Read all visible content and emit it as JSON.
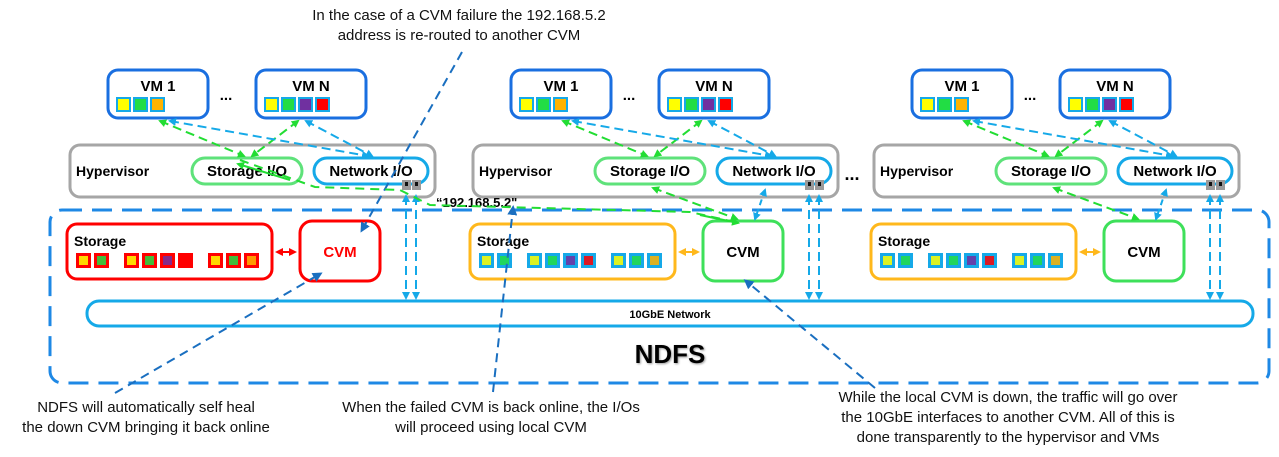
{
  "annotations": {
    "top": [
      "In the case of a CVM failure the 192.168.5.2",
      "address is re-routed to another CVM"
    ],
    "bottom_left": [
      "NDFS will automatically self heal",
      "the down CVM bringing it back online"
    ],
    "bottom_middle": [
      "When the failed CVM is back online, the I/Os",
      "will proceed using local CVM"
    ],
    "bottom_right": [
      "While the local CVM is down, the traffic will go over",
      "the 10GbE interfaces to another CVM.  All of this is",
      "done transparently to the hypervisor and VMs"
    ]
  },
  "ip_label": "“192.168.5.2\"",
  "network_label": "10GbE Network",
  "cluster_label": "NDFS",
  "ellipsis": "...",
  "colors": {
    "vm_border": "#1a6fe0",
    "hypervisor_border": "#a6a6a6",
    "storage_io": "#5ee27a",
    "network_io": "#15a9e8",
    "failed": "#ff0000",
    "healthy_cvm": "#3ee05a",
    "storage_ok": "#ffb81c",
    "ndfs_border": "#1e88e5",
    "disk_yellow": "#ffff00",
    "disk_green": "#22dd44",
    "disk_orange": "#ffb300",
    "disk_purple": "#7030a0",
    "disk_red": "#ff0000"
  },
  "nodes": [
    {
      "id": "node-1",
      "status": "failed",
      "vm1": {
        "label": "VM 1",
        "disks": [
          "yellow",
          "green",
          "orange"
        ]
      },
      "vmN": {
        "label": "VM N",
        "disks": [
          "yellow",
          "green",
          "purple",
          "red"
        ]
      },
      "hypervisor": "Hypervisor",
      "storage_io": "Storage I/O",
      "network_io": "Network I/O",
      "storage": "Storage",
      "cvm": "CVM"
    },
    {
      "id": "node-2",
      "status": "healthy",
      "vm1": {
        "label": "VM 1",
        "disks": [
          "yellow",
          "green",
          "orange"
        ]
      },
      "vmN": {
        "label": "VM N",
        "disks": [
          "yellow",
          "green",
          "purple",
          "red"
        ]
      },
      "hypervisor": "Hypervisor",
      "storage_io": "Storage I/O",
      "network_io": "Network I/O",
      "storage": "Storage",
      "cvm": "CVM"
    },
    {
      "id": "node-3",
      "status": "healthy",
      "vm1": {
        "label": "VM 1",
        "disks": [
          "yellow",
          "green",
          "orange"
        ]
      },
      "vmN": {
        "label": "VM N",
        "disks": [
          "yellow",
          "green",
          "purple",
          "red"
        ]
      },
      "hypervisor": "Hypervisor",
      "storage_io": "Storage I/O",
      "network_io": "Network I/O",
      "storage": "Storage",
      "cvm": "CVM"
    }
  ],
  "storage_disks": [
    "yellow",
    "green",
    "yellow",
    "green",
    "purple",
    "red",
    "yellow",
    "green",
    "orange"
  ]
}
